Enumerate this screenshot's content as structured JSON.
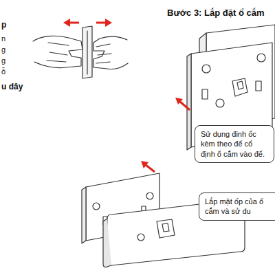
{
  "diagram": {
    "nodes": [
      {
        "text": [
          "Sử dụng đinh ốc kèm theo để cố định ổ cắm vào đế."
        ]
      },
      {
        "text": [
          "Lắp mặt ốp của ổ cắm và sử du"
        ]
      }
    ],
    "labels": [
      "p",
      "n",
      "g",
      "g",
      "ỗ",
      "u dây",
      "Bước 3: Lắp đặt ổ cắm"
    ]
  }
}
